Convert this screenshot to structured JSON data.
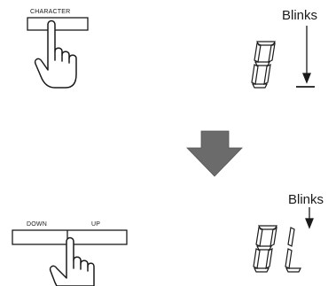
{
  "step1": {
    "button_label": "CHARACTER",
    "annotation": "Blinks",
    "display_chars": [
      "B",
      "_"
    ]
  },
  "step2": {
    "button_left_label": "DOWN",
    "button_right_label": "UP",
    "annotation": "Blinks",
    "display_chars": [
      "B",
      "L"
    ]
  },
  "colors": {
    "line": "#1a1a1a",
    "transition_arrow": "#6b6b6b"
  }
}
